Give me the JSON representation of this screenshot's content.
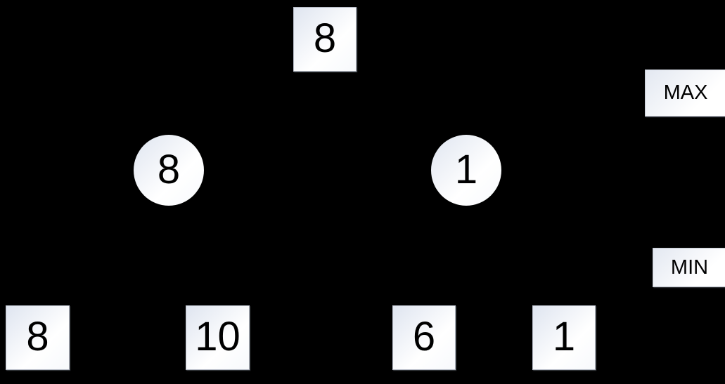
{
  "diagram": {
    "type": "minimax-game-tree",
    "background_color": "#000000",
    "node_fill_top": "#dfe5f0",
    "node_fill_bottom": "#ffffff",
    "node_text_color": "#000000",
    "levels": {
      "max_label": "MAX",
      "min_label": "MIN"
    },
    "nodes": {
      "root": "8",
      "min_left": "8",
      "min_right": "1",
      "leaf_1": "8",
      "leaf_2": "10",
      "leaf_3": "6",
      "leaf_4": "1"
    }
  }
}
